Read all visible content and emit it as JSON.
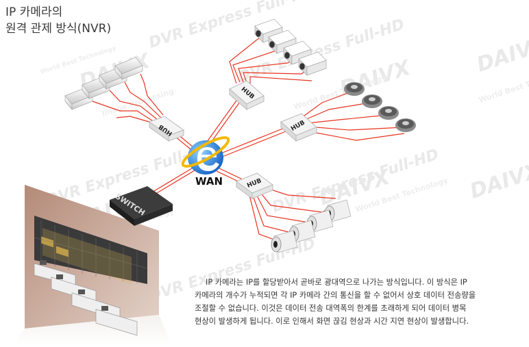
{
  "title": {
    "line1": "IP 카메라의",
    "line2": "원격 관제 방식(NVR)"
  },
  "labels": {
    "wan": "WAN",
    "switch": "SWITCH",
    "hub": "HUB"
  },
  "description": {
    "line1": "IP 카메라는 IP를 할당받아서 곧바로 광대역으로 나가는 방식입니다. 이 방식은 IP",
    "line2": "카메라의 개수가 누적되면 각 IP 카메라 간의 통신을 할 수 없어서 상호 데이터 전송량을",
    "line3": "조절할 수 없습니다. 이것은 데이터 전송 대역폭의 한계를 초래하게 되어 데이터 병목",
    "line4": "현상이 발생하게 됩니다. 이로 인해서 화면 끊김 현상과 시간 지연 현상이 발생합니다."
  },
  "watermarks": {
    "brand": "DAIVX",
    "tagline": "DVR Express Full-HD",
    "slogan1": "World Best Technology",
    "slogan2": "Image Processing"
  },
  "colors": {
    "cable": "#e8321e",
    "hub": "#f2f2f2",
    "switch": "#2b2b2b",
    "title_text": "#3a3a3a"
  }
}
